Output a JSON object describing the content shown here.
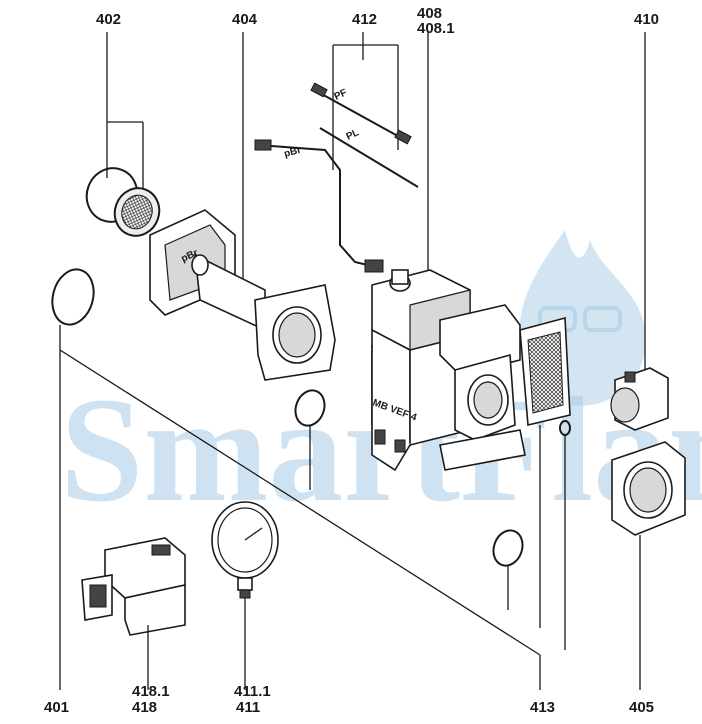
{
  "labels": {
    "l402": "402",
    "l404": "404",
    "l412": "412",
    "l408": "408",
    "l408_1": "408.1",
    "l410": "410",
    "l401": "401",
    "l418_1": "418.1",
    "l418": "418",
    "l411_1": "411.1",
    "l411": "411",
    "l413": "413",
    "l405": "405"
  },
  "part_text": {
    "pF": "PF",
    "pL": "PL",
    "pBr": "pBr",
    "pBr_flange": "pBr",
    "valve_model": "MB VEF 4"
  },
  "watermark": {
    "text": "SmartFlam",
    "color": "#a9cce6"
  }
}
